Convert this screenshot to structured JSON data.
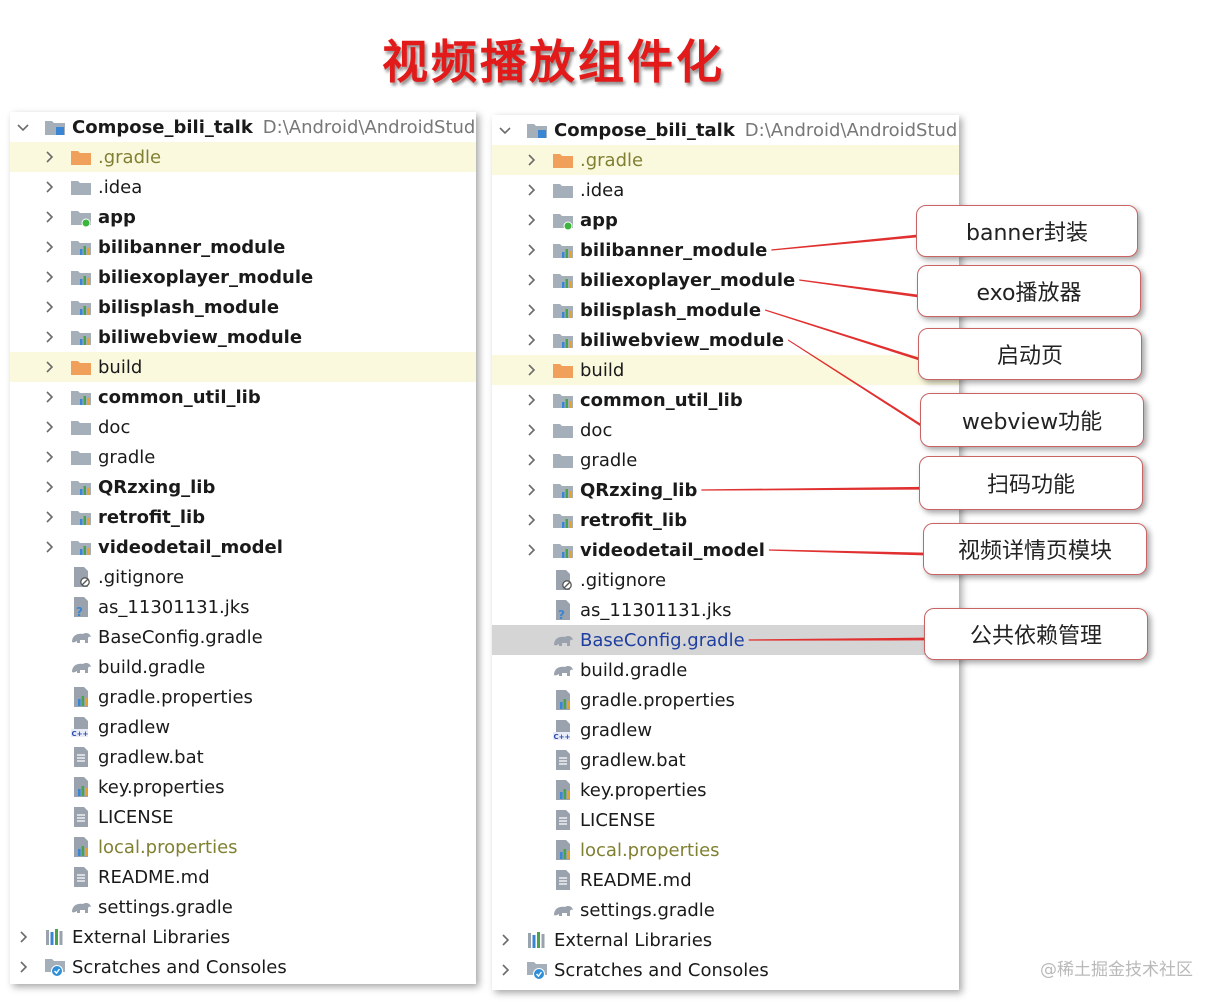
{
  "title": "视频播放组件化",
  "watermark": "@稀土掘金技术社区",
  "tree": {
    "root_name": "Compose_bili_talk",
    "root_path": "D:\\Android\\AndroidStudioP",
    "items": [
      {
        "label": ".gradle",
        "icon": "folder-orange-icon",
        "style": "olive",
        "expand": true,
        "hl": true
      },
      {
        "label": ".idea",
        "icon": "folder-gray-icon",
        "style": "",
        "expand": true,
        "hl": false
      },
      {
        "label": "app",
        "icon": "app-module-folder-icon",
        "style": "bold",
        "expand": true,
        "hl": false
      },
      {
        "label": "bilibanner_module",
        "icon": "module-folder-icon",
        "style": "bold",
        "expand": true,
        "hl": false
      },
      {
        "label": "biliexoplayer_module",
        "icon": "module-folder-icon",
        "style": "bold",
        "expand": true,
        "hl": false
      },
      {
        "label": "bilisplash_module",
        "icon": "module-folder-icon",
        "style": "bold",
        "expand": true,
        "hl": false
      },
      {
        "label": "biliwebview_module",
        "icon": "module-folder-icon",
        "style": "bold",
        "expand": true,
        "hl": false
      },
      {
        "label": "build",
        "icon": "folder-orange-icon",
        "style": "",
        "expand": true,
        "hl": true
      },
      {
        "label": "common_util_lib",
        "icon": "module-folder-icon",
        "style": "bold",
        "expand": true,
        "hl": false
      },
      {
        "label": "doc",
        "icon": "folder-gray-icon",
        "style": "",
        "expand": true,
        "hl": false
      },
      {
        "label": "gradle",
        "icon": "folder-gray-icon",
        "style": "",
        "expand": true,
        "hl": false
      },
      {
        "label": "QRzxing_lib",
        "icon": "module-folder-icon",
        "style": "bold",
        "expand": true,
        "hl": false
      },
      {
        "label": "retrofit_lib",
        "icon": "module-folder-icon",
        "style": "bold",
        "expand": true,
        "hl": false
      },
      {
        "label": "videodetail_model",
        "icon": "module-folder-icon",
        "style": "bold",
        "expand": true,
        "hl": false
      },
      {
        "label": ".gitignore",
        "icon": "gitignore-file-icon",
        "style": "",
        "expand": false,
        "hl": false
      },
      {
        "label": "as_11301131.jks",
        "icon": "unknown-file-icon",
        "style": "",
        "expand": false,
        "hl": false
      },
      {
        "label": "BaseConfig.gradle",
        "icon": "gradle-elephant-icon",
        "style": "",
        "expand": false,
        "hl": false
      },
      {
        "label": "build.gradle",
        "icon": "gradle-elephant-icon",
        "style": "",
        "expand": false,
        "hl": false
      },
      {
        "label": "gradle.properties",
        "icon": "properties-file-icon",
        "style": "",
        "expand": false,
        "hl": false
      },
      {
        "label": "gradlew",
        "icon": "cpp-file-icon",
        "style": "",
        "expand": false,
        "hl": false
      },
      {
        "label": "gradlew.bat",
        "icon": "text-file-icon",
        "style": "",
        "expand": false,
        "hl": false
      },
      {
        "label": "key.properties",
        "icon": "properties-file-icon",
        "style": "",
        "expand": false,
        "hl": false
      },
      {
        "label": "LICENSE",
        "icon": "text-file-icon",
        "style": "",
        "expand": false,
        "hl": false
      },
      {
        "label": "local.properties",
        "icon": "properties-file-icon",
        "style": "olive",
        "expand": false,
        "hl": false
      },
      {
        "label": "README.md",
        "icon": "text-file-icon",
        "style": "",
        "expand": false,
        "hl": false
      },
      {
        "label": "settings.gradle",
        "icon": "gradle-elephant-icon",
        "style": "",
        "expand": false,
        "hl": false
      }
    ],
    "external_libraries": "External Libraries",
    "scratches": "Scratches and Consoles",
    "selected_in_right": "BaseConfig.gradle"
  },
  "callouts": [
    {
      "label": "banner封装",
      "target": "bilibanner_module"
    },
    {
      "label": "exo播放器",
      "target": "biliexoplayer_module"
    },
    {
      "label": "启动页",
      "target": "bilisplash_module"
    },
    {
      "label": "webview功能",
      "target": "biliwebview_module"
    },
    {
      "label": "扫码功能",
      "target": "QRzxing_lib"
    },
    {
      "label": "视频详情页模块",
      "target": "videodetail_model"
    },
    {
      "label": "公共依赖管理",
      "target": "BaseConfig.gradle"
    }
  ],
  "colors": {
    "title": "#e21a1a",
    "highlight_row": "#fbf9dd",
    "selected_row": "#d5d5d5",
    "olive_text": "#808033",
    "selected_text": "#1f3ea1",
    "callout_border": "#c96464",
    "connector": "#e03030"
  }
}
